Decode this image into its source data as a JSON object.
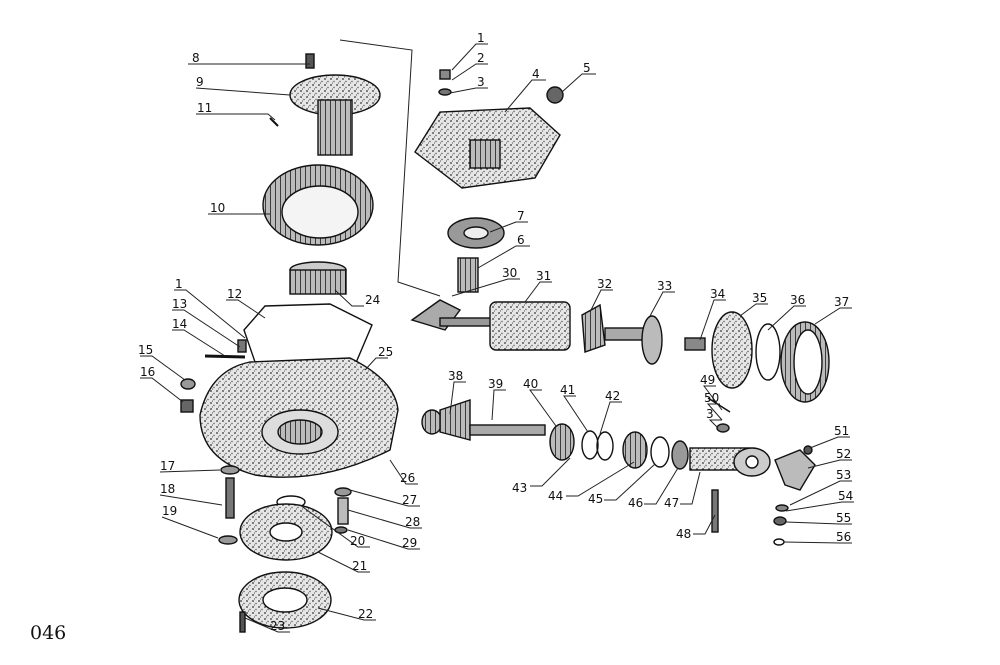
{
  "page_number": "046",
  "callouts": [
    "1",
    "2",
    "3",
    "4",
    "5",
    "6",
    "7",
    "8",
    "9",
    "10",
    "11",
    "1",
    "12",
    "13",
    "14",
    "15",
    "16",
    "17",
    "18",
    "19",
    "20",
    "21",
    "22",
    "23",
    "24",
    "25",
    "26",
    "27",
    "28",
    "29",
    "30",
    "31",
    "32",
    "33",
    "34",
    "35",
    "36",
    "37",
    "38",
    "39",
    "40",
    "41",
    "42",
    "43",
    "44",
    "45",
    "46",
    "47",
    "48",
    "49",
    "50",
    "3",
    "51",
    "52",
    "53",
    "54",
    "55",
    "56"
  ]
}
